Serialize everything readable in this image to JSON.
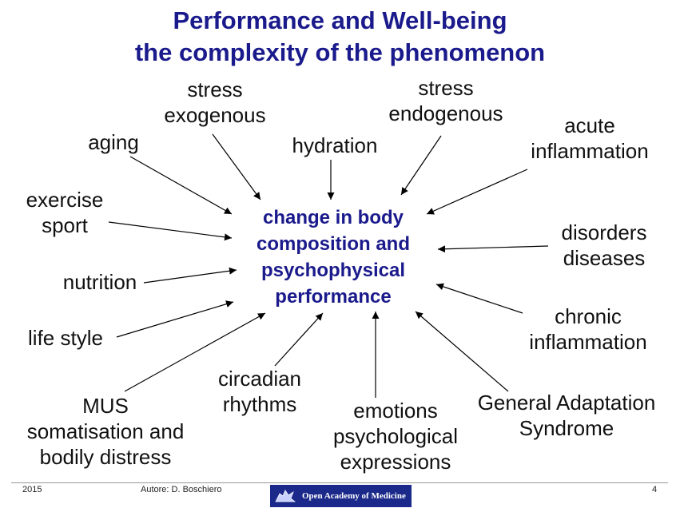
{
  "title": {
    "line1": "Performance and Well-being",
    "line2": "the complexity of the phenomenon"
  },
  "center": {
    "lines": [
      "change in body",
      "composition and",
      "psychophysical",
      "performance"
    ]
  },
  "factors": {
    "stress_exogenous": [
      "stress",
      "exogenous"
    ],
    "stress_endogenous": [
      "stress",
      "endogenous"
    ],
    "aging": "aging",
    "hydration": "hydration",
    "acute_inflammation": [
      "acute",
      "inflammation"
    ],
    "exercise_sport": [
      "exercise",
      "sport"
    ],
    "disorders_diseases": [
      "disorders",
      "diseases"
    ],
    "nutrition": "nutrition",
    "chronic_inflammation": [
      "chronic",
      "inflammation"
    ],
    "life_style": "life style",
    "circadian_rhythms": [
      "circadian",
      "rhythms"
    ],
    "general_adaptation": [
      "General Adaptation",
      "Syndrome"
    ],
    "mus": [
      "MUS",
      "somatisation and",
      "bodily distress"
    ],
    "emotions": [
      "emotions",
      "psychological",
      "expressions"
    ]
  },
  "footer": {
    "year": "2015",
    "author": "Autore: D. Boschiero",
    "logo_text": "Open Academy of Medicine",
    "page": "4"
  },
  "colors": {
    "title": "#1a1a8c",
    "center_text": "#1a1a8c",
    "arrow": "#000000",
    "logo_bg": "#1b2a8a"
  }
}
